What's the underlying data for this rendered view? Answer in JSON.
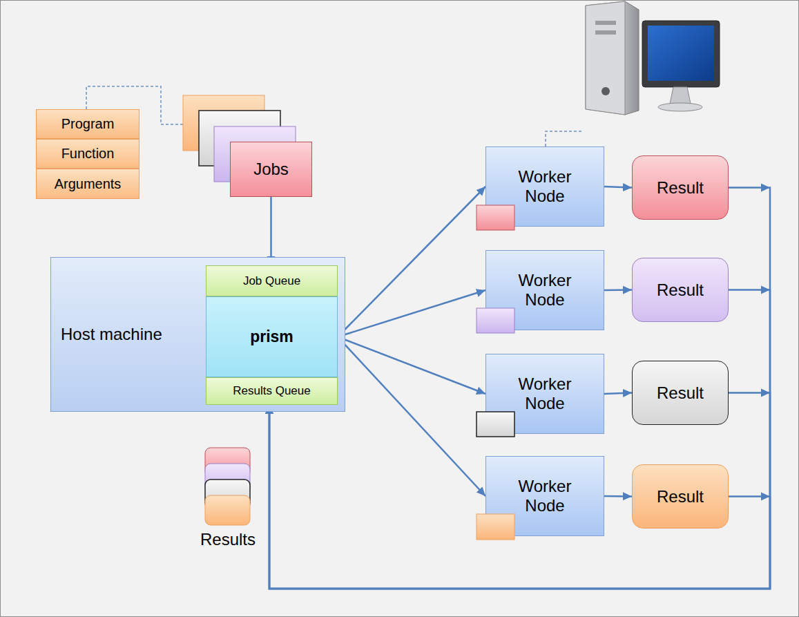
{
  "diagram": {
    "nodes": [
      {
        "text": [
          "Program"
        ]
      },
      {
        "text": [
          "Function"
        ]
      },
      {
        "text": [
          "Arguments"
        ]
      },
      {
        "text": [
          "Jobs"
        ]
      },
      {
        "text": [
          "Host machine"
        ]
      },
      {
        "text": [
          "Job Queue"
        ],
        "in": 4
      },
      {
        "text": [
          "prism"
        ],
        "in": 4
      },
      {
        "text": [
          "Results Queue"
        ],
        "in": 4
      },
      {
        "text": [
          "Worker Node"
        ]
      },
      {
        "text": [
          "Result"
        ]
      },
      {
        "text": [
          "Worker Node"
        ]
      },
      {
        "text": [
          "Result"
        ]
      },
      {
        "text": [
          "Worker Node"
        ]
      },
      {
        "text": [
          "Result"
        ]
      },
      {
        "text": [
          "Worker Node"
        ]
      },
      {
        "text": [
          "Result"
        ]
      }
    ],
    "edges": [
      {
        "from": 3,
        "to": 5,
        "arrow": "to"
      },
      {
        "from": 6,
        "to": 8,
        "arrow": "to"
      },
      {
        "from": 6,
        "to": 10,
        "arrow": "to"
      },
      {
        "from": 6,
        "to": 12,
        "arrow": "to"
      },
      {
        "from": 6,
        "to": 14,
        "arrow": "to"
      },
      {
        "from": 8,
        "to": 9,
        "arrow": "to"
      },
      {
        "from": 10,
        "to": 11,
        "arrow": "to"
      },
      {
        "from": 12,
        "to": 13,
        "arrow": "to"
      },
      {
        "from": 14,
        "to": 15,
        "arrow": "to"
      },
      {
        "from": 9,
        "to": 7,
        "arrow": "to"
      },
      {
        "from": 11,
        "to": 7,
        "arrow": "to"
      },
      {
        "from": 13,
        "to": 7,
        "arrow": "to"
      },
      {
        "from": 15,
        "to": 7,
        "arrow": "to"
      }
    ],
    "labels": [
      "Results"
    ]
  }
}
